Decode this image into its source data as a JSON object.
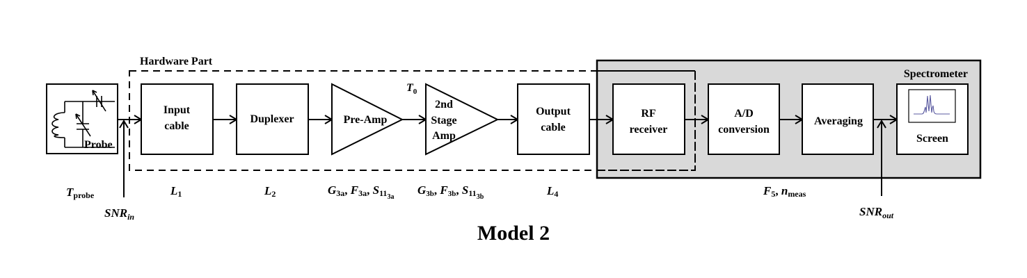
{
  "diagram": {
    "title": "Model 2",
    "groups": {
      "hardware": {
        "label": "Hardware Part"
      },
      "spectrometer": {
        "label": "Spectrometer",
        "fill": "#d9d9d9"
      }
    },
    "blocks": {
      "probe": {
        "label": "Probe"
      },
      "input_cable": {
        "line1": "Input",
        "line2": "cable"
      },
      "duplexer": {
        "line1": "Duplexer"
      },
      "preamp": {
        "line1": "Pre-Amp"
      },
      "stage2amp": {
        "line1": "2nd",
        "line2": "Stage",
        "line3": "Amp"
      },
      "output_cable": {
        "line1": "Output",
        "line2": "cable"
      },
      "rf_receiver": {
        "line1": "RF",
        "line2": "receiver"
      },
      "ad_conversion": {
        "line1": "A/D",
        "line2": "conversion"
      },
      "averaging": {
        "line1": "Averaging"
      },
      "screen": {
        "line1": "Screen",
        "trace_color": "#5a5aa0"
      }
    },
    "annotations": {
      "t0": {
        "main": "T",
        "sub": "0"
      },
      "t_probe": {
        "main": "T",
        "sub": "probe"
      },
      "snr_in": {
        "main": "SNR",
        "sub": "in"
      },
      "snr_out": {
        "main": "SNR",
        "sub": "out"
      },
      "l1": {
        "main": "L",
        "sub": "1"
      },
      "l2": {
        "main": "L",
        "sub": "2"
      },
      "l4": {
        "main": "L",
        "sub": "4"
      },
      "preamp_params": {
        "g": "G",
        "g_sub": "3a",
        "f": "F",
        "f_sub": "3a",
        "s": "S",
        "s_sub": "11",
        "s_subsub": "3a",
        "sep": ", "
      },
      "stage2_params": {
        "g": "G",
        "g_sub": "3b",
        "f": "F",
        "f_sub": "3b",
        "s": "S",
        "s_sub": "11",
        "s_subsub": "3b",
        "sep": ", "
      },
      "spectro_params": {
        "f": "F",
        "f_sub": "5",
        "sep": ", ",
        "n": "n",
        "n_sub": "meas"
      }
    }
  }
}
